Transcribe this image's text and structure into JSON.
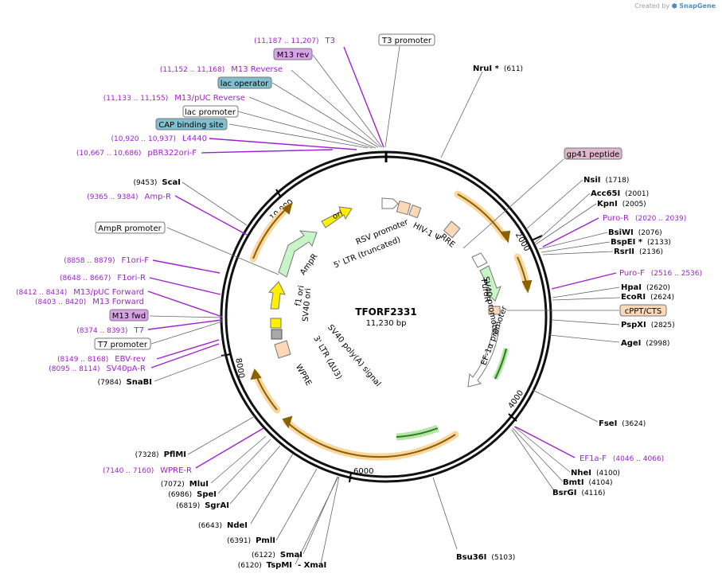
{
  "credit": {
    "prefix": "Created by",
    "brand": "SnapGene"
  },
  "center": {
    "name": "TFORF2331",
    "length": "11,230 bp"
  },
  "ticks": [
    "2000",
    "4000",
    "6000",
    "8000",
    "10,000"
  ],
  "sites": [
    {
      "name": "NruI *",
      "pos": "(611)"
    },
    {
      "name": "NsiI",
      "pos": "(1718)"
    },
    {
      "name": "Acc65I",
      "pos": "(2001)"
    },
    {
      "name": "KpnI",
      "pos": "(2005)"
    },
    {
      "name": "BsiWI",
      "pos": "(2076)"
    },
    {
      "name": "BspEI *",
      "pos": "(2133)"
    },
    {
      "name": "RsrII",
      "pos": "(2136)"
    },
    {
      "name": "HpaI",
      "pos": "(2620)"
    },
    {
      "name": "EcoRI",
      "pos": "(2624)"
    },
    {
      "name": "PspXI",
      "pos": "(2825)"
    },
    {
      "name": "AgeI",
      "pos": "(2998)"
    },
    {
      "name": "FseI",
      "pos": "(3624)"
    },
    {
      "name": "NheI",
      "pos": "(4100)"
    },
    {
      "name": "BmtI",
      "pos": "(4104)"
    },
    {
      "name": "BsrGI",
      "pos": "(4116)"
    },
    {
      "name": "Bsu36I",
      "pos": "(5103)"
    },
    {
      "name": "ScaI",
      "pos": "(9453)"
    },
    {
      "name": "SnaBI",
      "pos": "(7984)"
    },
    {
      "name": "PflMI",
      "pos": "(7328)"
    },
    {
      "name": "MluI",
      "pos": "(7072)"
    },
    {
      "name": "SpeI",
      "pos": "(6986)"
    },
    {
      "name": "SgrAI",
      "pos": "(6819)"
    },
    {
      "name": "NdeI",
      "pos": "(6643)"
    },
    {
      "name": "PmlI",
      "pos": "(6391)"
    },
    {
      "name": "SmaI",
      "pos": "(6122)"
    },
    {
      "name": "TspMI",
      "pos": "(6120)"
    },
    {
      "name": "XmaI",
      "pos": ""
    }
  ],
  "primers": [
    {
      "name": "T3",
      "pos": "(11,187 .. 11,207)"
    },
    {
      "name": "M13 Reverse",
      "pos": "(11,152 .. 11,168)"
    },
    {
      "name": "M13/pUC Reverse",
      "pos": "(11,133 .. 11,155)"
    },
    {
      "name": "L4440",
      "pos": "(10,920 .. 10,937)"
    },
    {
      "name": "pBR322ori-F",
      "pos": "(10,667 .. 10,686)"
    },
    {
      "name": "Amp-R",
      "pos": "(9365 .. 9384)"
    },
    {
      "name": "F1ori-F",
      "pos": "(8858 .. 8879)"
    },
    {
      "name": "F1ori-R",
      "pos": "(8648 .. 8667)"
    },
    {
      "name": "M13/pUC Forward",
      "pos": "(8412 .. 8434)"
    },
    {
      "name": "M13 Forward",
      "pos": "(8403 .. 8420)"
    },
    {
      "name": "T7",
      "pos": "(8374 .. 8393)"
    },
    {
      "name": "EBV-rev",
      "pos": "(8149 .. 8168)"
    },
    {
      "name": "SV40pA-R",
      "pos": "(8095 .. 8114)"
    },
    {
      "name": "WPRE-R",
      "pos": "(7140 .. 7160)"
    },
    {
      "name": "Puro-R",
      "pos": "(2020 .. 2039)"
    },
    {
      "name": "Puro-F",
      "pos": "(2516 .. 2536)"
    },
    {
      "name": "EF1a-F",
      "pos": "(4046 .. 4066)"
    }
  ],
  "boxes": [
    {
      "name": "T3 promoter",
      "color": "#ffffff"
    },
    {
      "name": "M13 rev",
      "color": "#d9a3e8"
    },
    {
      "name": "lac operator",
      "color": "#7fbfcf"
    },
    {
      "name": "lac promoter",
      "color": "#ffffff"
    },
    {
      "name": "CAP binding site",
      "color": "#7fbfcf"
    },
    {
      "name": "gp41 peptide",
      "color": "#e0b8cc"
    },
    {
      "name": "AmpR promoter",
      "color": "#ffffff"
    },
    {
      "name": "M13 fwd",
      "color": "#d9a3e8"
    },
    {
      "name": "T7 promoter",
      "color": "#ffffff"
    },
    {
      "name": "cPPT/CTS",
      "color": "#fbd9b8"
    }
  ],
  "features": [
    "ori",
    "AmpR",
    "f1 ori",
    "SV40 ori",
    "RSV promoter",
    "5' LTR (truncated)",
    "HIV-1 Ψ",
    "RRE",
    "PuroR",
    "SV40 promoter",
    "EF-1α promoter",
    "SV40 poly(A) signal",
    "3' LTR (ΔU3)",
    "WPRE"
  ],
  "colors": {
    "primer": "#a020d0",
    "orf_band": "#fbd7a0",
    "orf_arrow": "#8a6000",
    "ori": "#ffef00",
    "ampr": "#c8f5c8",
    "ltr": "#fbd9b8"
  }
}
